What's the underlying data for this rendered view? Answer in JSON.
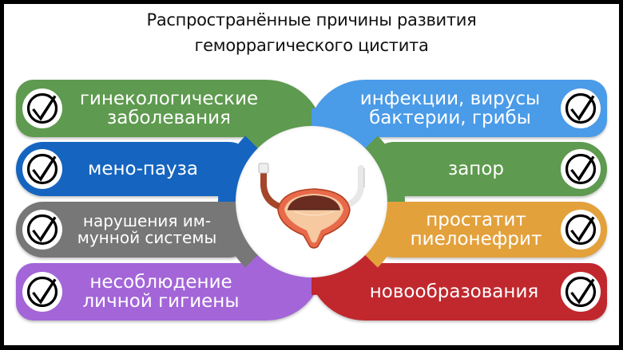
{
  "title": {
    "line1": "Распространённые причины развития",
    "line2": "геморрагического цистита"
  },
  "colors": {
    "green": "#5e9a4f",
    "blue_dark": "#1565c0",
    "gray": "#777777",
    "purple": "#a365d8",
    "blue_light": "#4a9be8",
    "orange": "#e3a13c",
    "red": "#c0282e"
  },
  "center_image": "bladder-illustration",
  "left_items": [
    {
      "label": "гинекологические\nзаболевания",
      "color": "green",
      "icon": "check-circle-icon"
    },
    {
      "label": "мено-пауза",
      "color": "blue_dark",
      "icon": "check-circle-icon"
    },
    {
      "label": "нарушения им-\nмунной системы",
      "color": "gray",
      "icon": "check-circle-icon"
    },
    {
      "label": "несоблюдение\nличной гигиены",
      "color": "purple",
      "icon": "check-circle-icon"
    }
  ],
  "right_items": [
    {
      "label": "инфекции, вирусы\nбактерии, грибы",
      "color": "blue_light",
      "icon": "check-circle-icon"
    },
    {
      "label": "запор",
      "color": "green",
      "icon": "check-circle-icon"
    },
    {
      "label": "простатит\nпиелонефрит",
      "color": "orange",
      "icon": "check-circle-icon"
    },
    {
      "label": "новообразования",
      "color": "red",
      "icon": "check-circle-icon"
    }
  ]
}
